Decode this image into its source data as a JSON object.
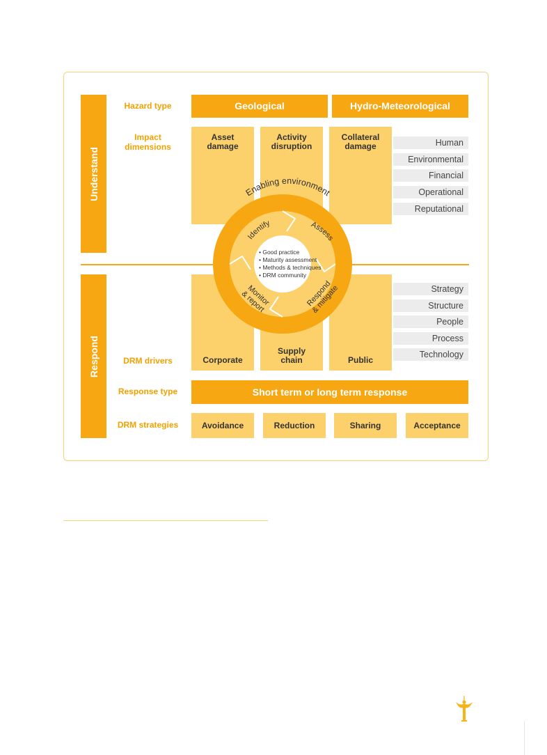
{
  "sections": {
    "understand": "Understand",
    "respond": "Respond"
  },
  "labels": {
    "hazard_type": "Hazard type",
    "impact_dimensions_line1": "Impact",
    "impact_dimensions_line2": "dimensions",
    "drm_drivers": "DRM drivers",
    "response_type": "Response type",
    "drm_strategies": "DRM strategies"
  },
  "hazards": [
    "Geological",
    "Hydro-Meteorological"
  ],
  "impact_columns": [
    {
      "line1": "Asset",
      "line2": "damage"
    },
    {
      "line1": "Activity",
      "line2": "disruption"
    },
    {
      "line1": "Collateral",
      "line2": "damage"
    }
  ],
  "impact_list": [
    "Human",
    "Environmental",
    "Financial",
    "Operational",
    "Reputational"
  ],
  "cycle": {
    "ring_label": "Enabling environment",
    "identify": "Identify",
    "assess": "Assess",
    "monitor_line1": "Monitor",
    "monitor_line2": "& report",
    "respond_line1": "Respond",
    "respond_line2": "& mitigate",
    "bullets": [
      "Good practice",
      "Maturity assessment",
      "Methods & techniques",
      "DRM community"
    ]
  },
  "drivers": [
    {
      "line1": "Corporate",
      "line2": ""
    },
    {
      "line1": "Supply",
      "line2": "chain"
    },
    {
      "line1": "Public",
      "line2": ""
    }
  ],
  "driver_list": [
    "Strategy",
    "Structure",
    "People",
    "Process",
    "Technology"
  ],
  "response_type_value": "Short term or long term response",
  "strategies": [
    "Avoidance",
    "Reduction",
    "Sharing",
    "Acceptance"
  ],
  "colors": {
    "primary": "#f6a712",
    "light": "#fcd06a",
    "label": "#f3a100",
    "gray": "#ececec"
  }
}
